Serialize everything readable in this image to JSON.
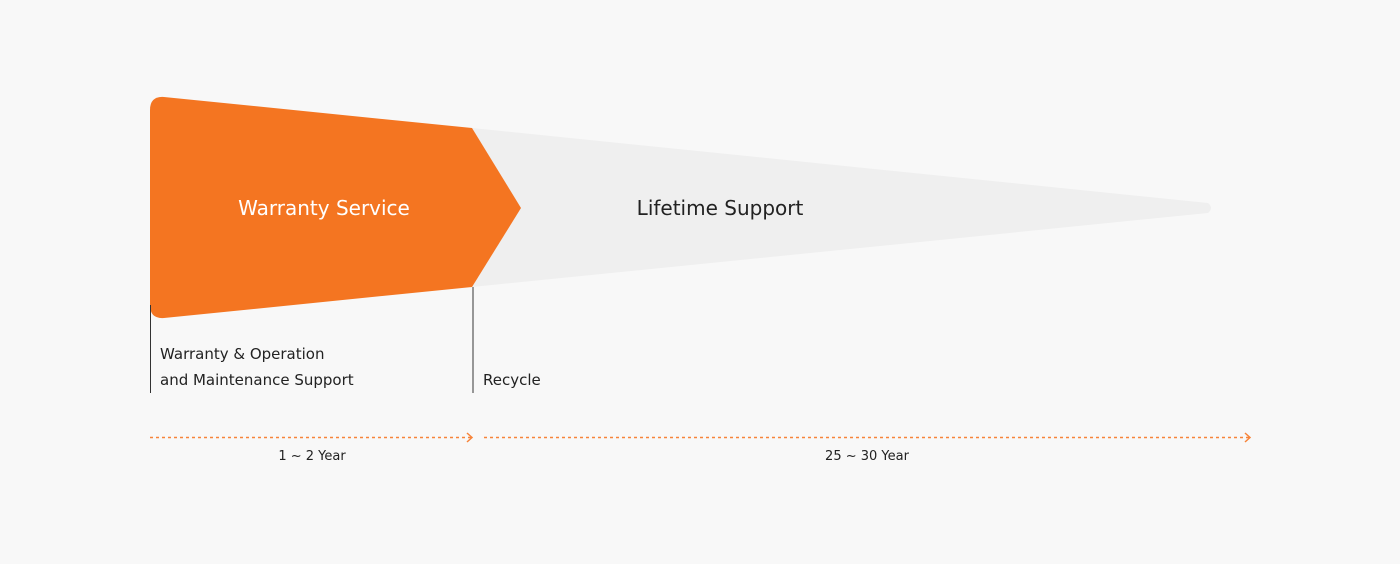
{
  "colors": {
    "accent": "#f47521",
    "lifetime_fill": "#efefef",
    "background": "#f8f8f8"
  },
  "phases": {
    "warranty": {
      "title": "Warranty Service",
      "label_line1": "Warranty & Operation",
      "label_line2": "and Maintenance Support",
      "duration": "1 ~ 2 Year"
    },
    "lifetime": {
      "title": "Lifetime Support",
      "label": "Recycle",
      "duration": "25 ~ 30 Year"
    }
  }
}
